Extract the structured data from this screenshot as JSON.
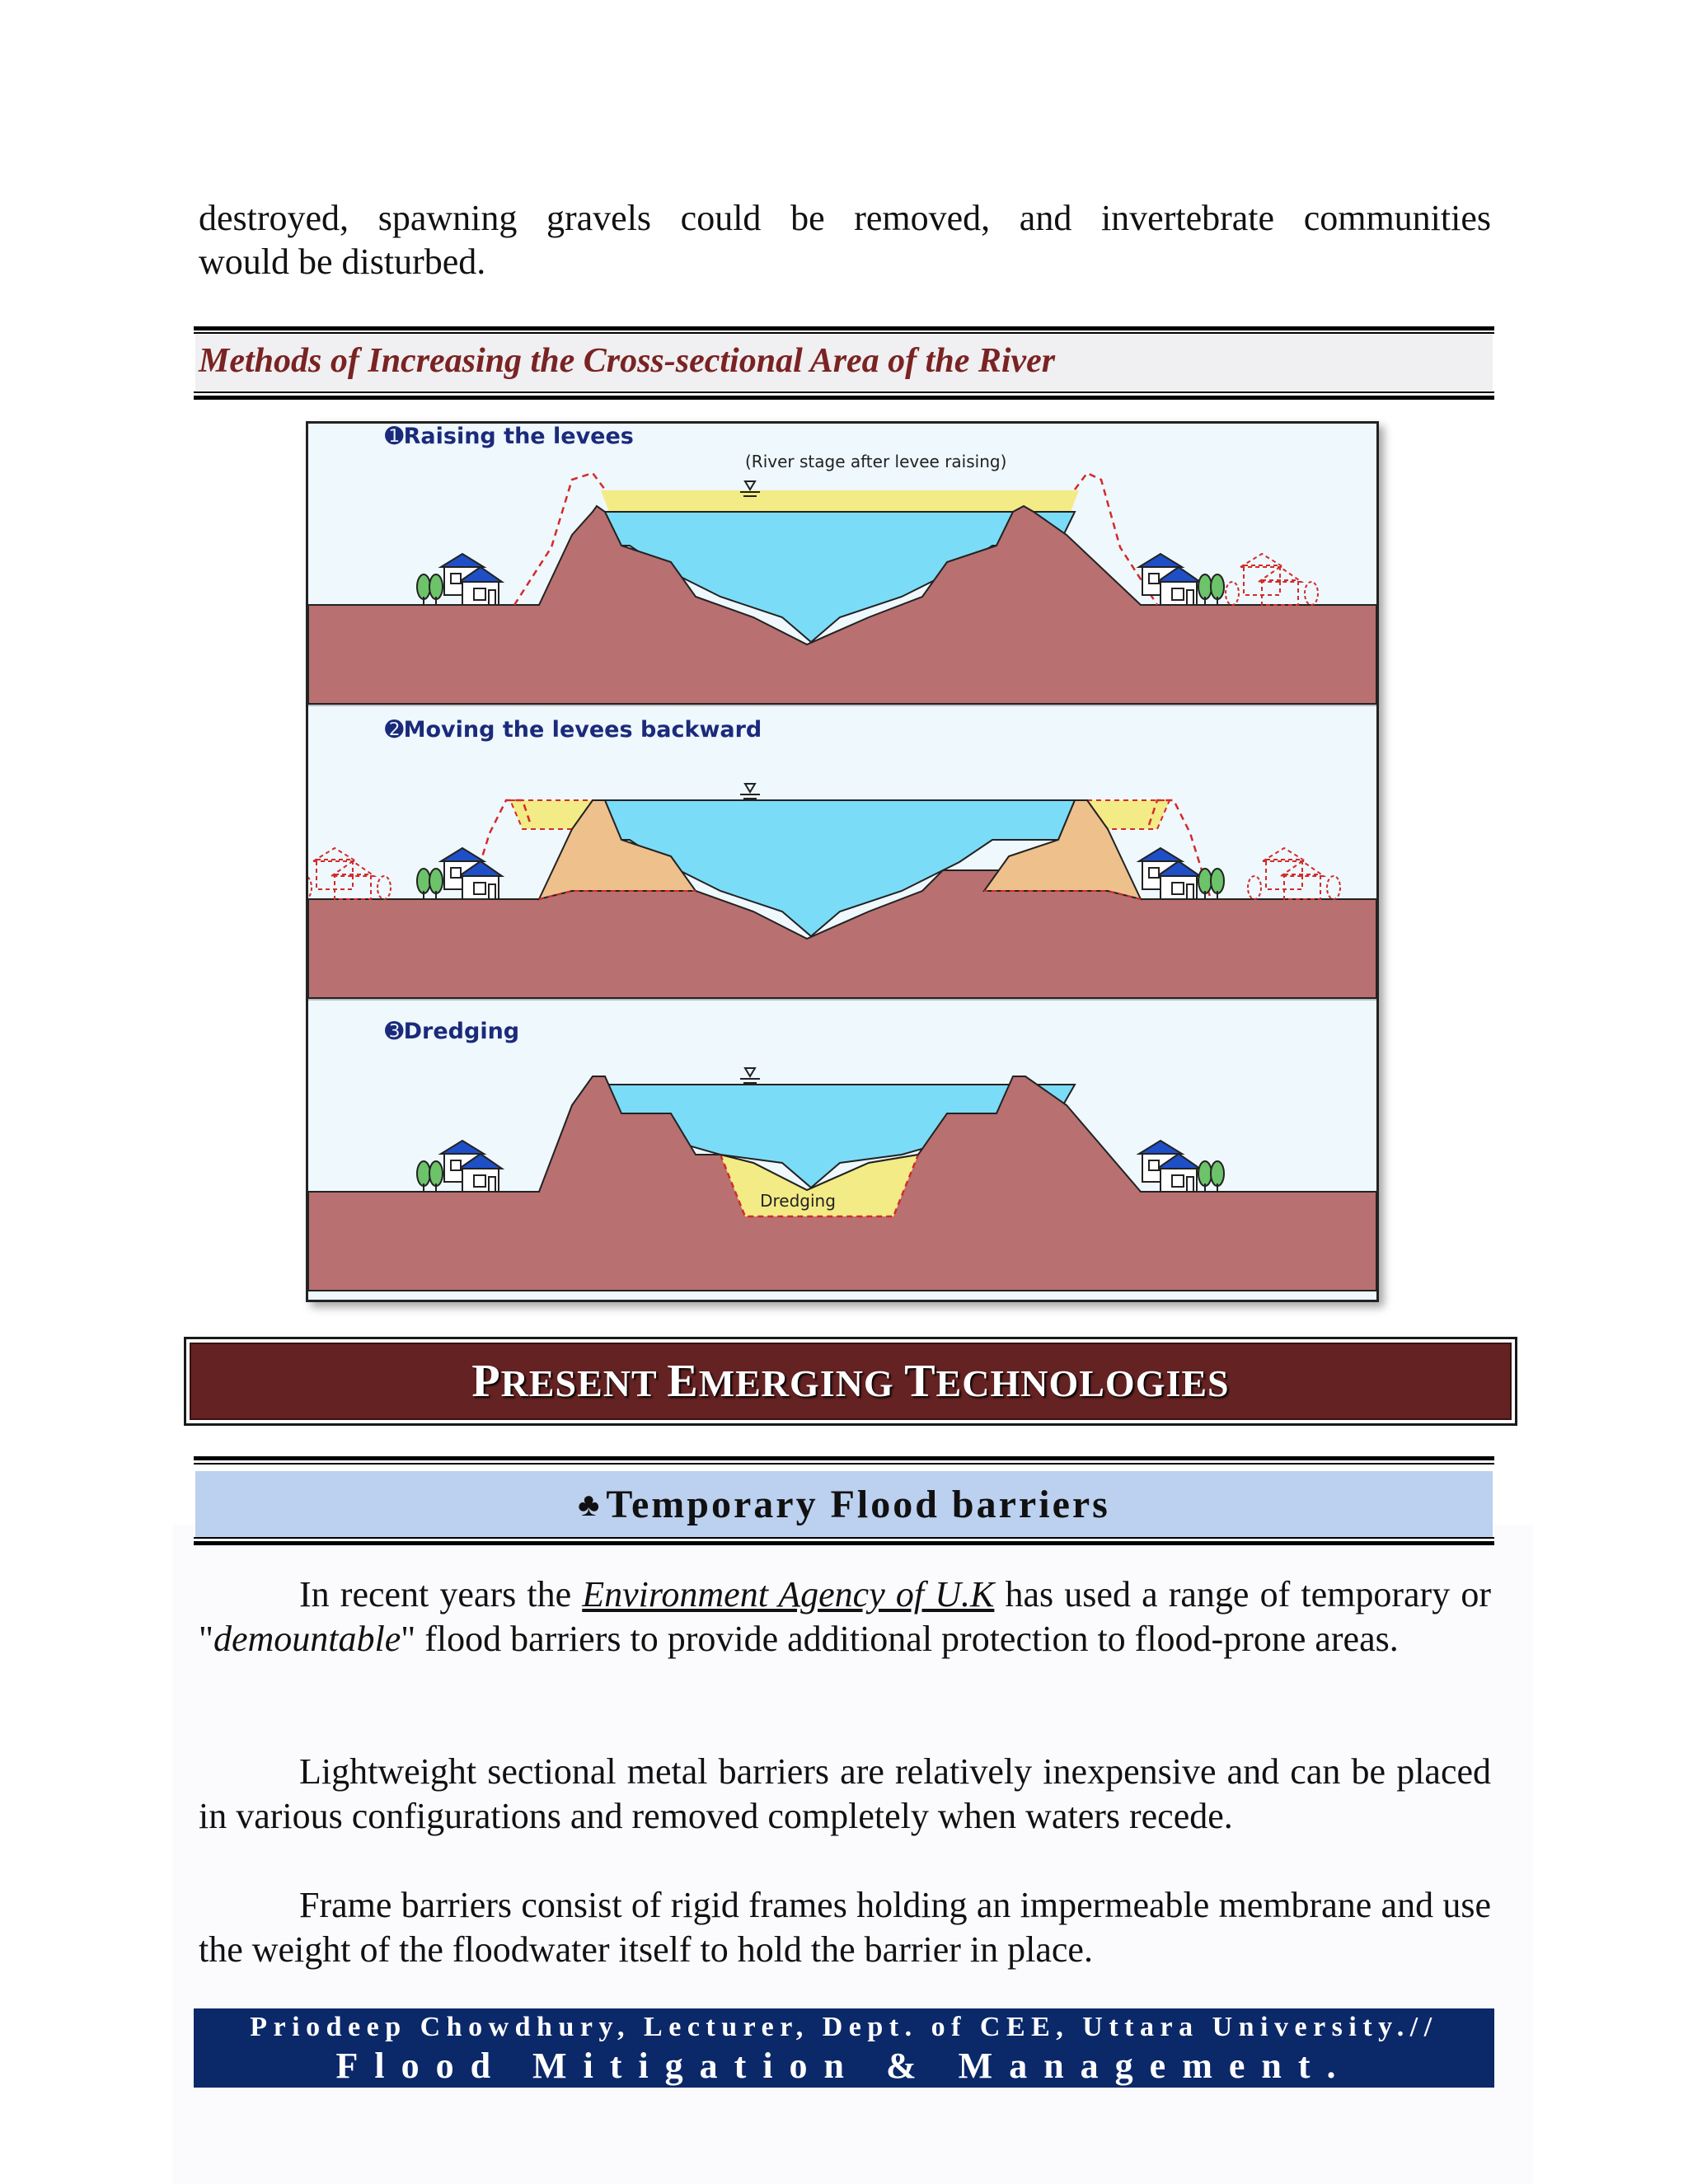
{
  "intro": {
    "line1": "destroyed, spawning gravels could be  removed, and invertebrate communities",
    "line2": "would be disturbed."
  },
  "section_heading": "Methods of Increasing the Cross-sectional Area of the River",
  "figure": {
    "panels": [
      {
        "title": "➊Raising the levees",
        "note": "(River stage after levee raising)"
      },
      {
        "title": "➋Moving the levees backward"
      },
      {
        "title": "➌Dredging",
        "note": "Dredging"
      }
    ],
    "colors": {
      "ground": "#b87070",
      "water": "#7bdcf7",
      "raised_fill": "#f3eb85",
      "old_levee": "#eec08b",
      "house_roof": "#1f4fc7",
      "tree": "#6cc36a",
      "dashed_outline": "#d42a2a",
      "sky": "#eef8fd"
    }
  },
  "banner": {
    "p_cap": "P",
    "p_rest": "RESENT ",
    "e_cap": "E",
    "e_rest": "MERGING ",
    "t_cap": "T",
    "t_rest": "ECHNOLOGIES"
  },
  "subsection": {
    "icon": "♣",
    "title": "Temporary Flood barriers"
  },
  "paragraphs": {
    "p1_a": "In recent years the ",
    "p1_link": "Environment Agency of U.K",
    "p1_b": " has used a range of temporary or \"",
    "p1_em": "demountable",
    "p1_c": "\" flood barriers to provide additional protection to flood-prone areas.",
    "p2": "Lightweight sectional metal barriers are relatively inexpensive and can be placed in various configurations and removed completely when waters recede.",
    "p3": "Frame barriers consist of rigid frames holding an impermeable membrane and use the weight of the floodwater itself to hold the barrier in place."
  },
  "footer": {
    "line1": "Priodeep Chowdhury, Lecturer, Dept. of CEE, Uttara University.//",
    "line2": "Flood Mitigation & Management."
  }
}
